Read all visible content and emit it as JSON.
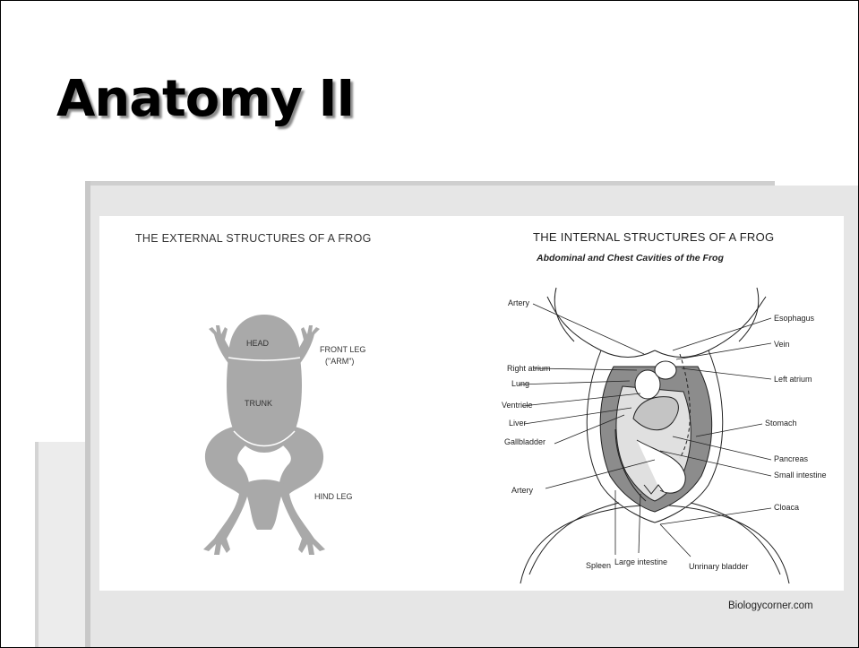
{
  "slide": {
    "title": "Anatomy II",
    "credit": "Biologycorner.com"
  },
  "external": {
    "heading": "THE EXTERNAL STRUCTURES OF A FROG",
    "labels": {
      "head": "HEAD",
      "trunk": "TRUNK",
      "front_leg_1": "FRONT LEG",
      "front_leg_2": "(\"ARM\")",
      "hind_leg": "HIND LEG"
    }
  },
  "internal": {
    "heading": "THE INTERNAL STRUCTURES OF A FROG",
    "subheading": "Abdominal and Chest Cavities of the Frog",
    "labels": {
      "artery_top": "Artery",
      "right_atrium": "Right atrium",
      "lung": "Lung",
      "ventricle": "Ventricle",
      "liver": "Liver",
      "gallbladder": "Gallbladder",
      "artery_bottom": "Artery",
      "spleen": "Spleen",
      "large_intestine": "Large intestine",
      "urinary_bladder": "Unrinary bladder",
      "esophagus": "Esophagus",
      "vein": "Vein",
      "left_atrium": "Left atrium",
      "stomach": "Stomach",
      "pancreas": "Pancreas",
      "small_intestine": "Small intestine",
      "cloaca": "Cloaca"
    }
  }
}
